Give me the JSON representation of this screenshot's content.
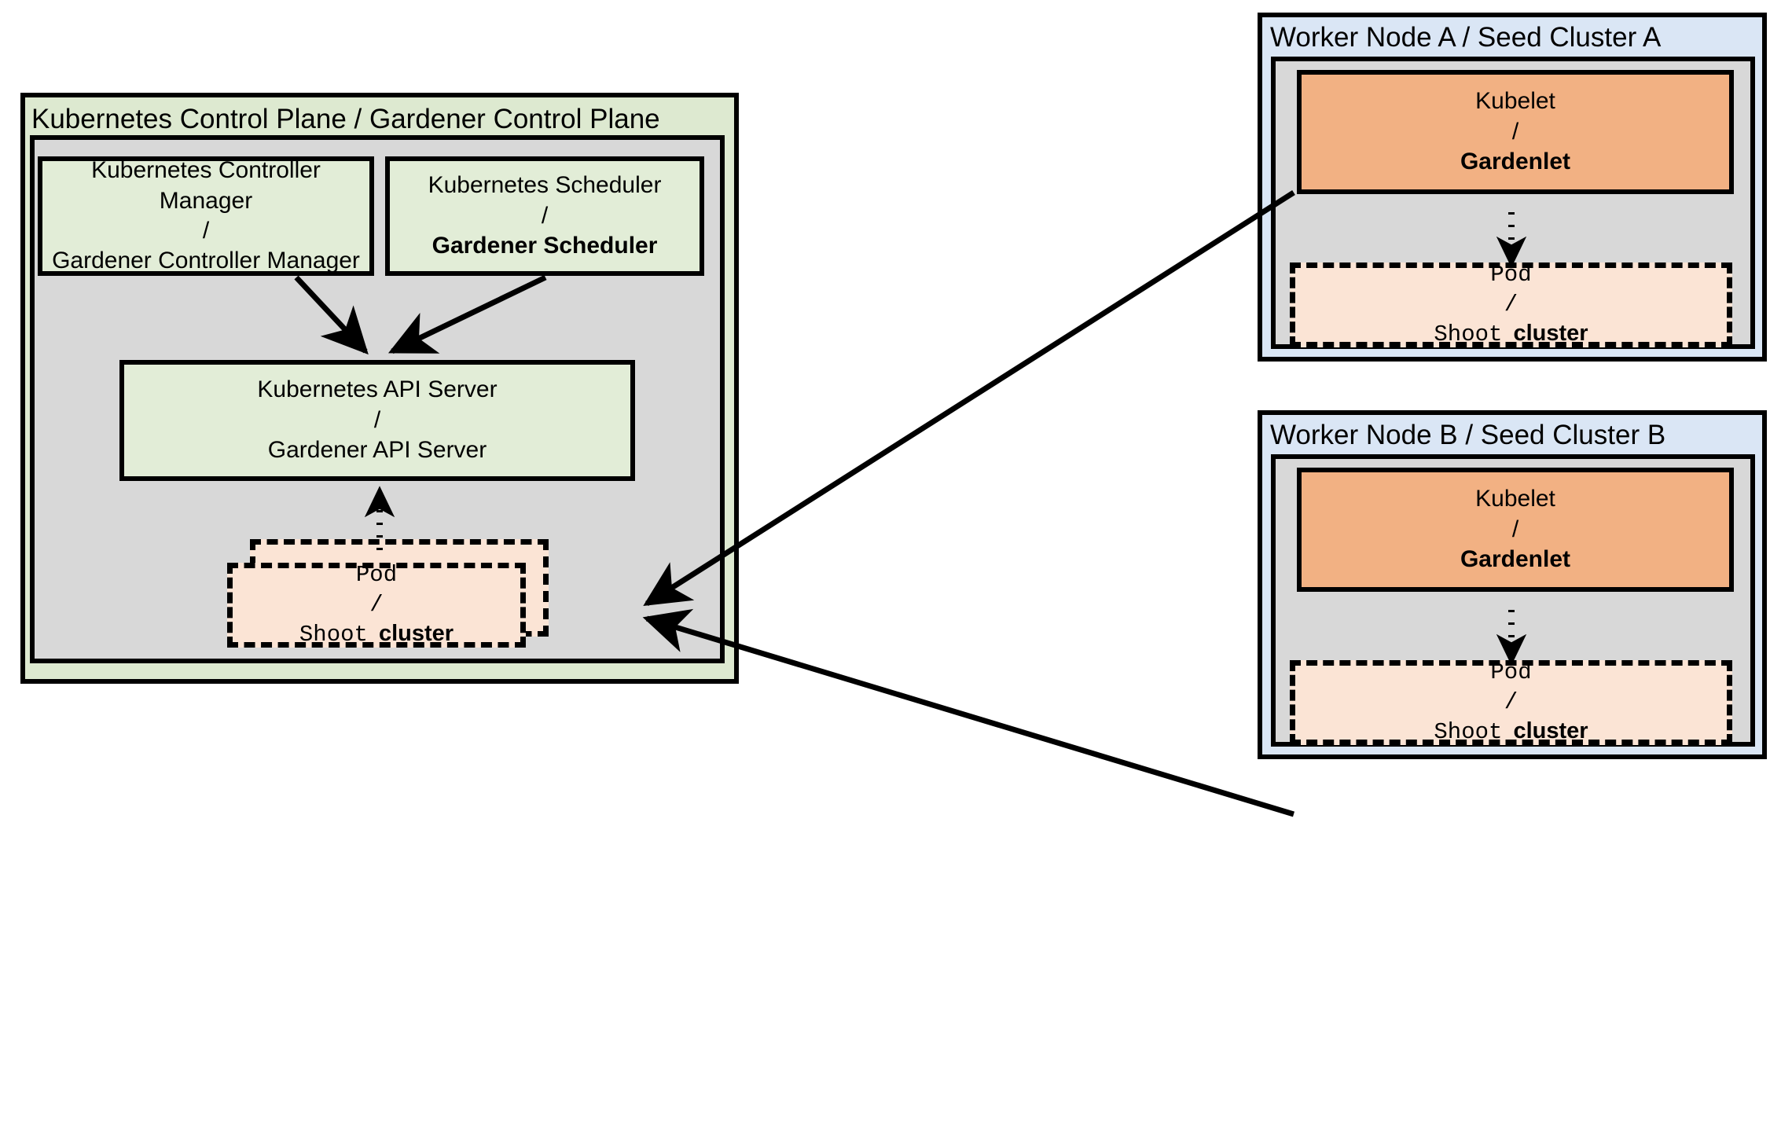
{
  "diagram": {
    "title_left": "Kubernetes Control Plane / Gardener Control Plane",
    "title_node_a": "Worker Node A / Seed Cluster A",
    "title_node_b": "Worker Node B / Seed Cluster B"
  },
  "controller_manager": {
    "line1": "Kubernetes Controller Manager",
    "slash": "/",
    "line2": "Gardener Controller Manager"
  },
  "scheduler": {
    "line1": "Kubernetes Scheduler",
    "slash": "/",
    "line2": "Gardener Scheduler"
  },
  "api_server": {
    "line1": "Kubernetes API Server",
    "slash": "/",
    "line2": "Gardener API Server"
  },
  "kubelet_a": {
    "line1": "Kubelet",
    "slash": "/",
    "line2": "Gardenlet"
  },
  "kubelet_b": {
    "line1": "Kubelet",
    "slash": "/",
    "line2": "Gardenlet"
  },
  "pod_control_plane": {
    "line1": "Pod",
    "slash": "/",
    "line2_mono": "Shoot",
    "line2_bold": "cluster"
  },
  "pod_node_a": {
    "line1": "Pod",
    "slash": "/",
    "line2_mono": "Shoot",
    "line2_bold": "cluster"
  },
  "pod_node_b": {
    "line1": "Pod",
    "slash": "/",
    "line2_mono": "Shoot",
    "line2_bold": "cluster"
  },
  "colors": {
    "control_plane_panel": "#dde9d0",
    "seed_panel": "#dae6f5",
    "inner_container": "#d8d8d8",
    "component_green": "#e2edd7",
    "component_orange": "#f2b183",
    "pod_peach": "#fbe4d5",
    "stroke": "#000000"
  }
}
